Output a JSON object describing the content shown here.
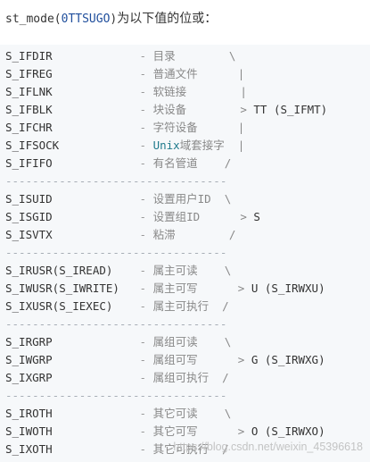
{
  "intro": {
    "func": "st_mode",
    "open_paren": "(",
    "arg": "0TTSUGO",
    "close_paren": ")",
    "text": "为以下值的位或："
  },
  "lines": [
    {
      "kind": "row",
      "name": "S_IFDIR",
      "desc": "目录",
      "brace": "\\",
      "result": ""
    },
    {
      "kind": "row",
      "name": "S_IFREG",
      "desc": "普通文件",
      "brace": "|",
      "result": ""
    },
    {
      "kind": "row",
      "name": "S_IFLNK",
      "desc": "软链接",
      "brace": "|",
      "result": ""
    },
    {
      "kind": "row",
      "name": "S_IFBLK",
      "desc": "块设备",
      "brace": ">",
      "result": "TT (S_IFMT)"
    },
    {
      "kind": "row",
      "name": "S_IFCHR",
      "desc": "字符设备",
      "brace": "|",
      "result": ""
    },
    {
      "kind": "row",
      "name": "S_IFSOCK",
      "desc_hl": "Unix",
      "desc": "域套接字",
      "brace": "|",
      "result": ""
    },
    {
      "kind": "row",
      "name": "S_IFIFO",
      "desc": "有名管道",
      "brace": "/",
      "result": ""
    },
    {
      "kind": "sep",
      "text": "---------------------------------"
    },
    {
      "kind": "row",
      "name": "S_ISUID",
      "desc": "设置用户ID",
      "brace": "\\",
      "result": ""
    },
    {
      "kind": "row",
      "name": "S_ISGID",
      "desc": "设置组ID",
      "brace": ">",
      "result": "S"
    },
    {
      "kind": "row",
      "name": "S_ISVTX",
      "desc": "粘滞",
      "brace": "/",
      "result": ""
    },
    {
      "kind": "sep",
      "text": "---------------------------------"
    },
    {
      "kind": "row",
      "name": "S_IRUSR(S_IREAD)",
      "desc": "属主可读",
      "brace": "\\",
      "result": ""
    },
    {
      "kind": "row",
      "name": "S_IWUSR(S_IWRITE)",
      "desc": "属主可写",
      "brace": ">",
      "result": "U (S_IRWXU)"
    },
    {
      "kind": "row",
      "name": "S_IXUSR(S_IEXEC)",
      "desc": "属主可执行",
      "brace": "/",
      "result": ""
    },
    {
      "kind": "sep",
      "text": "---------------------------------"
    },
    {
      "kind": "row",
      "name": "S_IRGRP",
      "desc": "属组可读",
      "brace": "\\",
      "result": ""
    },
    {
      "kind": "row",
      "name": "S_IWGRP",
      "desc": "属组可写",
      "brace": ">",
      "result": "G (S_IRWXG)"
    },
    {
      "kind": "row",
      "name": "S_IXGRP",
      "desc": "属组可执行",
      "brace": "/",
      "result": ""
    },
    {
      "kind": "sep",
      "text": "---------------------------------"
    },
    {
      "kind": "row",
      "name": "S_IROTH",
      "desc": "其它可读",
      "brace": "\\",
      "result": ""
    },
    {
      "kind": "row",
      "name": "S_IWOTH",
      "desc": "其它可写",
      "brace": ">",
      "result": "O (S_IRWXO)"
    },
    {
      "kind": "row",
      "name": "S_IXOTH",
      "desc": "其它可执行",
      "brace": "/",
      "result": ""
    }
  ],
  "watermark": "https://blog.csdn.net/weixin_45396618"
}
